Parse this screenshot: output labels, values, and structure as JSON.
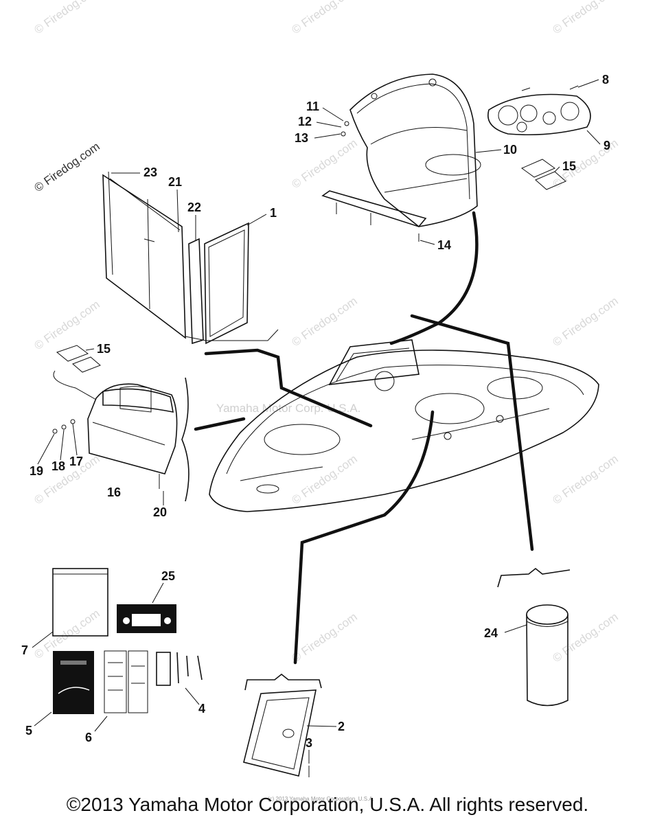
{
  "watermark": {
    "diagonal_text": "© Firedog.com",
    "center_text": "Yamaha Motor Corp. U.S.A."
  },
  "callouts": [
    "1",
    "2",
    "3",
    "4",
    "5",
    "6",
    "7",
    "8",
    "9",
    "10",
    "11",
    "12",
    "13",
    "14",
    "15",
    "15",
    "16",
    "17",
    "18",
    "19",
    "20",
    "21",
    "22",
    "23",
    "24",
    "25"
  ],
  "small_print": "(c) 2013 Yamaha Motor Corporation, U.S.A.",
  "copyright": "©2013 Yamaha Motor Corporation, U.S.A. All rights reserved."
}
